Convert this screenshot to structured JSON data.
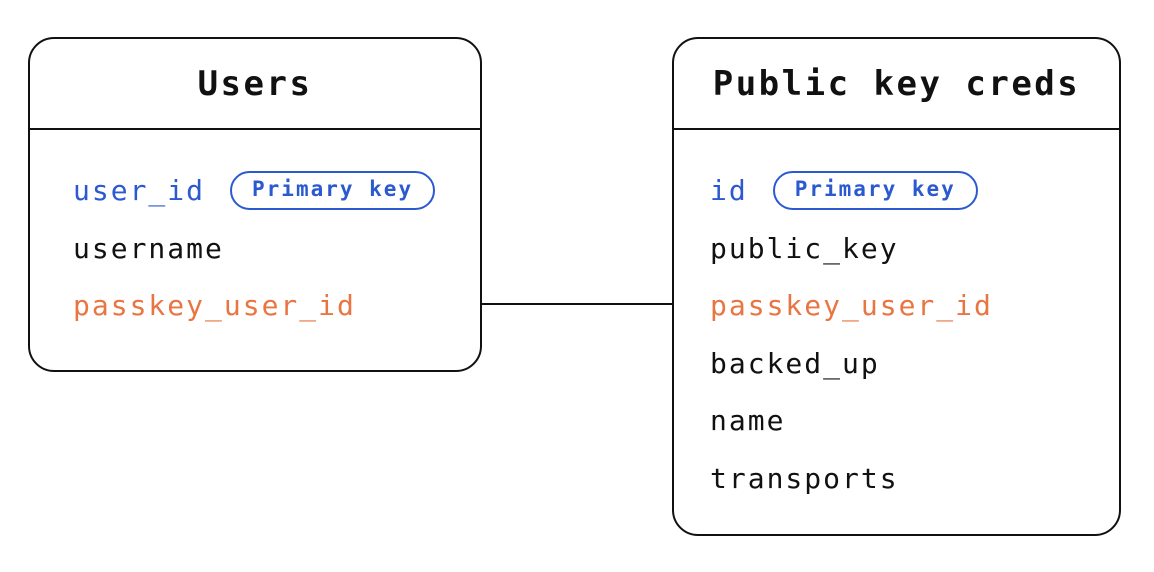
{
  "diagram_type": "entity-relationship",
  "colors": {
    "blue": "#2b59d0",
    "orange": "#e97642",
    "line": "#111111",
    "background": "#ffffff"
  },
  "tables": [
    {
      "name": "Users",
      "fields": [
        {
          "name": "user_id",
          "badge": "Primary key",
          "color": "#2b59d0"
        },
        {
          "name": "username",
          "color": "#111111"
        },
        {
          "name": "passkey_user_id",
          "color": "#e97642"
        }
      ]
    },
    {
      "name": "Public key creds",
      "fields": [
        {
          "name": "id",
          "badge": "Primary key",
          "color": "#2b59d0"
        },
        {
          "name": "public_key",
          "color": "#111111"
        },
        {
          "name": "passkey_user_id",
          "color": "#e97642"
        },
        {
          "name": "backed_up",
          "color": "#111111"
        },
        {
          "name": "name",
          "color": "#111111"
        },
        {
          "name": "transports",
          "color": "#111111"
        }
      ]
    }
  ],
  "relationship": {
    "from_table": "Users",
    "from_field": "passkey_user_id",
    "to_table": "Public key creds",
    "to_field": "passkey_user_id"
  }
}
